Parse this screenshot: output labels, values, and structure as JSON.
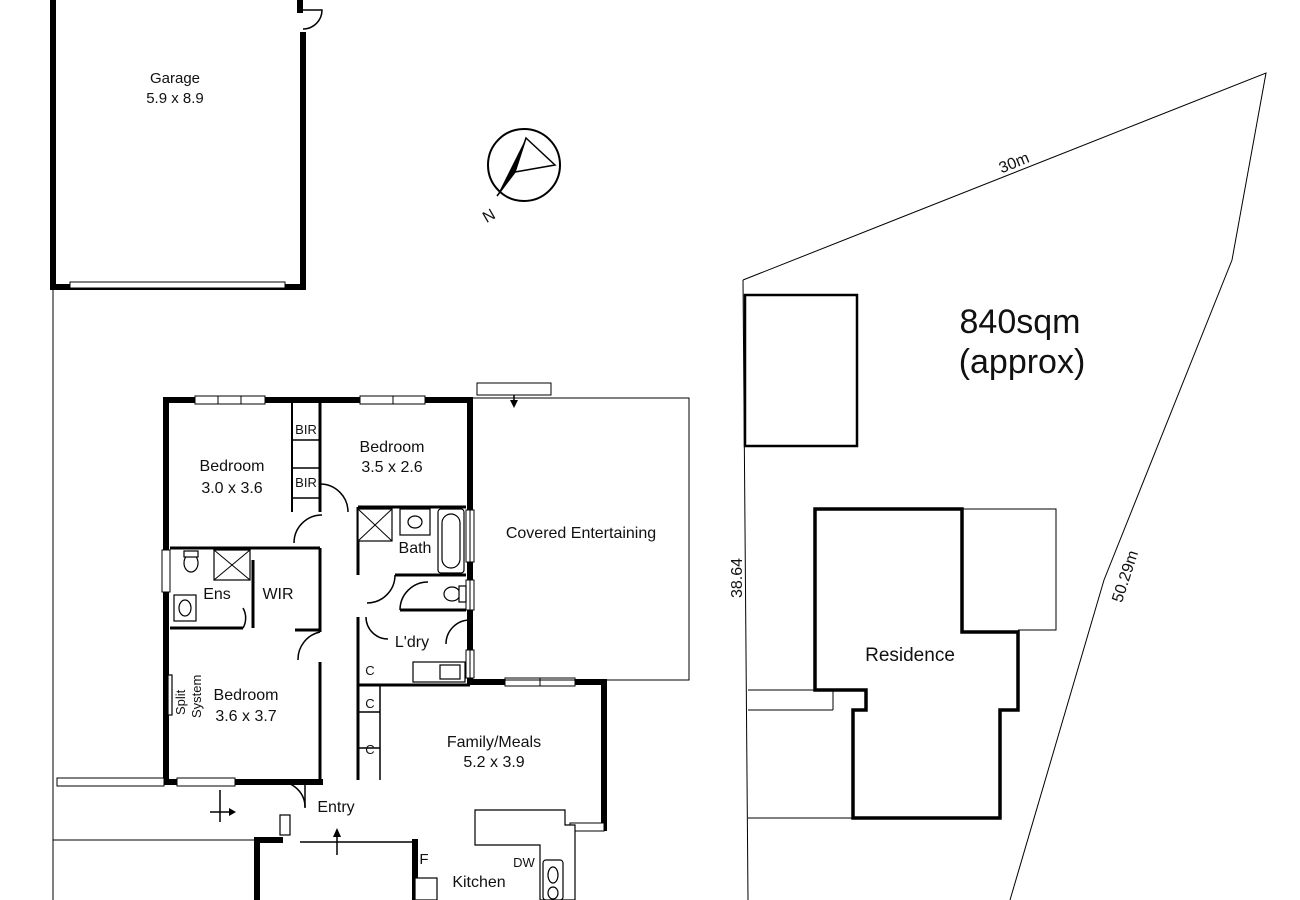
{
  "rooms": {
    "garage": {
      "name": "Garage",
      "size": "5.9 x 8.9"
    },
    "bedroom_left": {
      "name": "Bedroom",
      "size": "3.0 x 3.6"
    },
    "bedroom_mid": {
      "name": "Bedroom",
      "size": "3.5 x 2.6"
    },
    "bedroom_low": {
      "name": "Bedroom",
      "size": "3.6 x 3.7"
    },
    "bir_1": "BIR",
    "bir_2": "BIR",
    "bath": "Bath",
    "ensuite": "Ens",
    "wir": "WIR",
    "laundry": "L'dry",
    "covered": "Covered Entertaining",
    "family": {
      "name": "Family/Meals",
      "size": "5.2 x 3.9"
    },
    "entry": "Entry",
    "kitchen": "Kitchen",
    "split_1": "Split",
    "split_2": "System",
    "cupboards": [
      "C",
      "C",
      "C"
    ],
    "fridge": "F",
    "dishwasher": "DW"
  },
  "site": {
    "area_line1": "840sqm",
    "area_line2": "(approx)",
    "residence": "Residence",
    "dim_top": "30m",
    "dim_left": "38.64",
    "dim_right": "50.29m"
  },
  "compass": {
    "north_label": "N"
  }
}
